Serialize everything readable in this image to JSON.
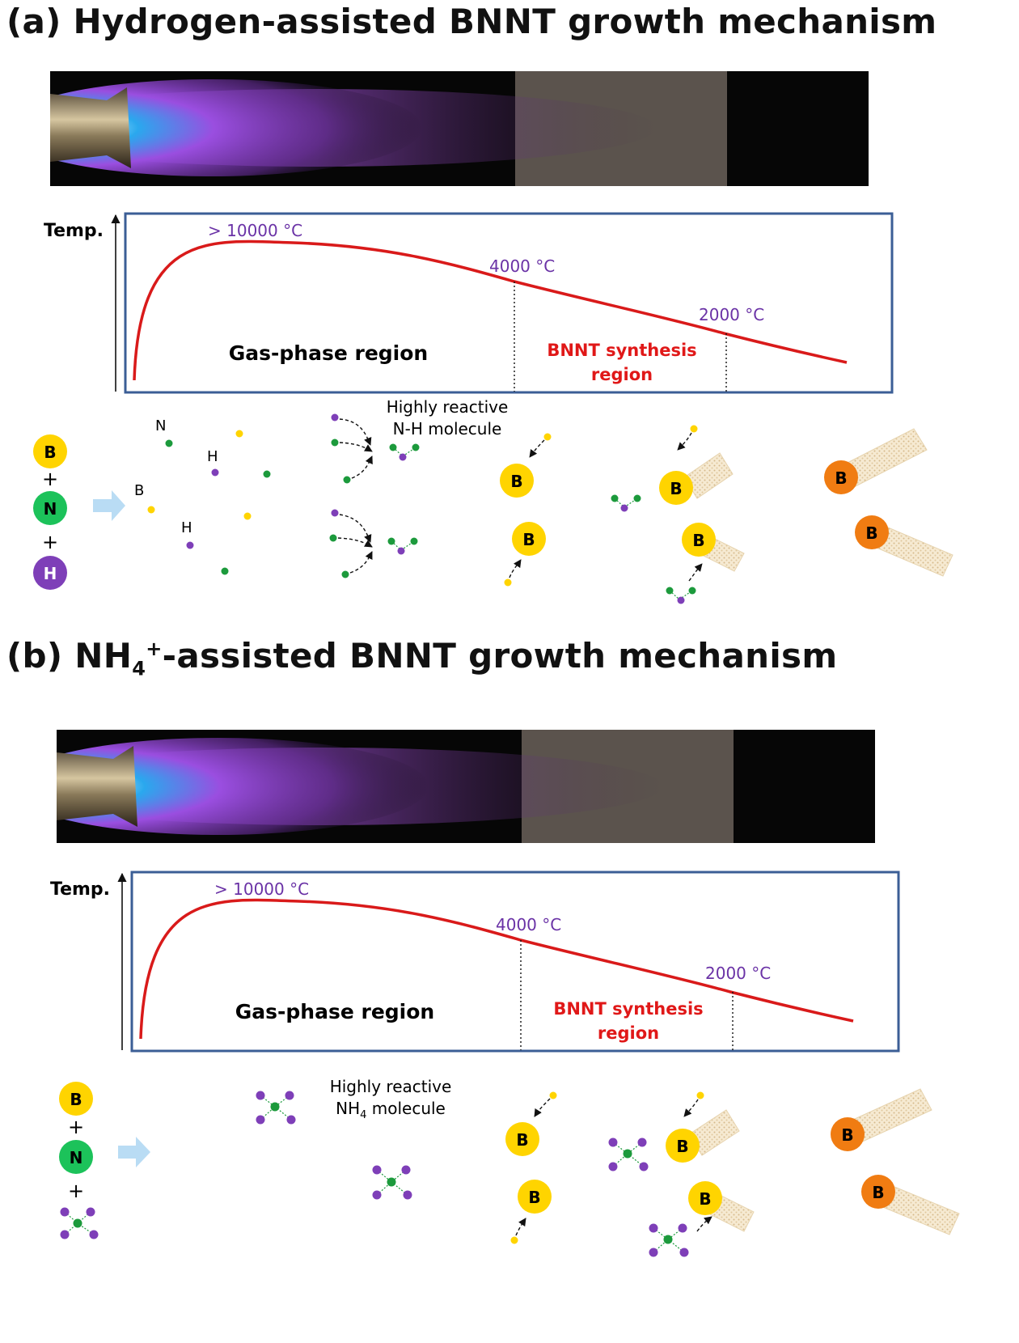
{
  "panel_a": {
    "title": "(a) Hydrogen-assisted BNNT growth mechanism",
    "chart": {
      "y_axis_label": "Temp.",
      "peak_label": "> 10000 °C",
      "mid_label": "4000 °C",
      "low_label": "2000 °C",
      "gas_region_label": "Gas-phase region",
      "synthesis_region_line1": "BNNT synthesis",
      "synthesis_region_line2": "region"
    },
    "mechanism": {
      "reactant_b": "B",
      "plus_1": "+",
      "reactant_n": "N",
      "plus_2": "+",
      "reactant_h": "H",
      "atom_label_n": "N",
      "atom_label_h_1": "H",
      "atom_label_b": "B",
      "atom_label_h_2": "H",
      "molecule_label_line1": "Highly reactive",
      "molecule_label_line2": "N-H molecule",
      "boron_label": "B"
    }
  },
  "panel_b": {
    "title_prefix": "(b) NH",
    "title_sub": "4",
    "title_sup": "+",
    "title_suffix": "-assisted BNNT growth mechanism",
    "chart": {
      "y_axis_label": "Temp.",
      "peak_label": "> 10000 °C",
      "mid_label": "4000 °C",
      "low_label": "2000 °C",
      "gas_region_label": "Gas-phase region",
      "synthesis_region_line1": "BNNT synthesis",
      "synthesis_region_line2": "region"
    },
    "mechanism": {
      "reactant_b": "B",
      "plus_1": "+",
      "reactant_n": "N",
      "plus_2": "+",
      "molecule_label_line1": "Highly reactive",
      "molecule_label_line2_prefix": "NH",
      "molecule_label_line2_sub": "4",
      "molecule_label_line2_suffix": " molecule",
      "boron_label": "B"
    }
  },
  "colors": {
    "boron": "#ffd400",
    "boron_grown": "#f07c12",
    "nitrogen": "#1cc25a",
    "hydrogen": "#7e3fb8",
    "curve": "#d91a1a",
    "temp_label": "#6a32a6",
    "synthesis_label": "#e01818",
    "frame": "#3b5e96",
    "arrow": "#b9dcf4"
  }
}
